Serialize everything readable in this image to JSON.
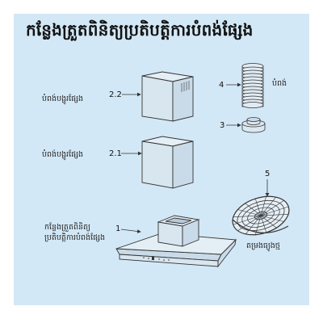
{
  "title": "កន្លែងត្រួតពិនិត្យប្រតិបត្តិការបំពង់ផ្សែង",
  "labels": {
    "upper_cover": "បំពង់បង្ហូរផ្សែង",
    "lower_cover": "បំពង់បង្ហូរផ្សែង",
    "control_line1": "កន្លែងត្រួតពិនិត្យ",
    "control_line2": "ប្រតិបត្តិការបំពង់ផ្សែង",
    "pipe": "បំពង់",
    "filter": "តម្រងធ្យូងថ្ម"
  },
  "numbers": {
    "n1": "1",
    "n21": "2.1",
    "n22": "2.2",
    "n3": "3",
    "n4": "4",
    "n5": "5"
  },
  "colors": {
    "panel_bg": "#d3e8f6",
    "line": "#333333",
    "part_fill": "#d8e6f0"
  }
}
